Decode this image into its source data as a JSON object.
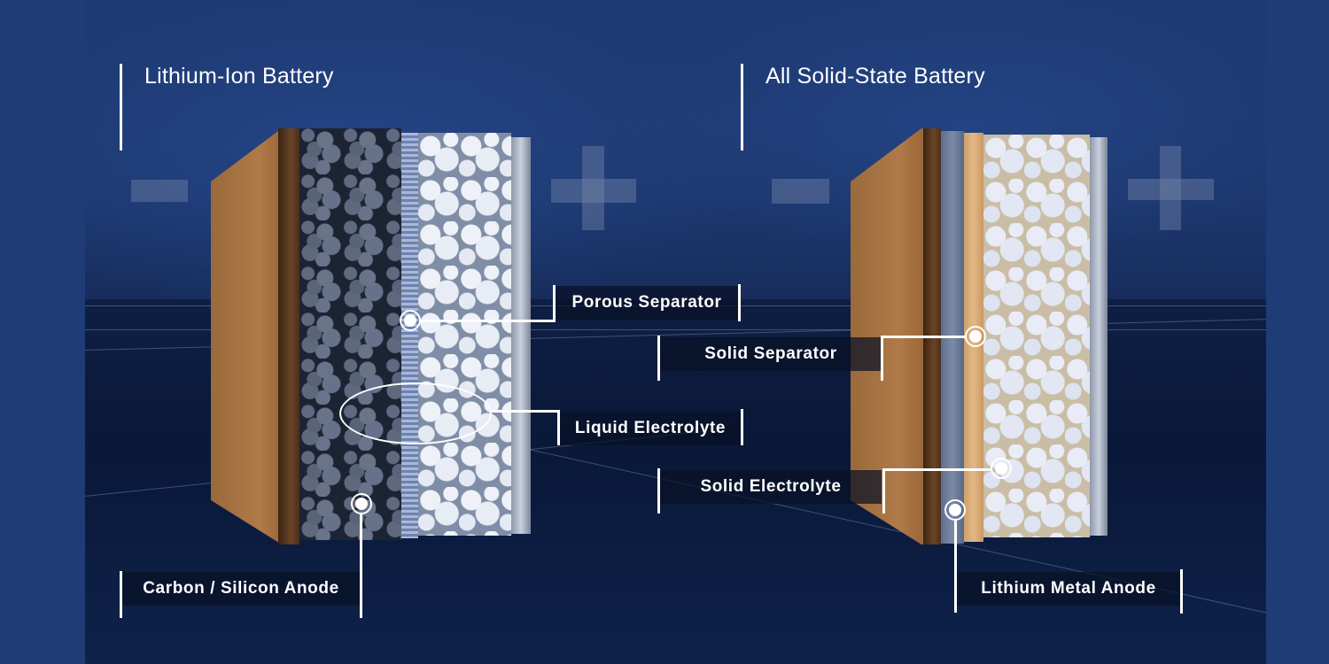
{
  "colors": {
    "background": "#1f3c77",
    "text": "#ffffff",
    "label_bg": "#08102680",
    "copper": "#b07a48",
    "solid_separator": "#e2b985"
  },
  "left_panel": {
    "title": "Lithium-Ion Battery",
    "terminal_negative": "-",
    "terminal_positive": "+",
    "callouts": [
      {
        "label": "Porous Separator",
        "marker": "dot"
      },
      {
        "label": "Liquid Electrolyte",
        "marker": "ellipse"
      },
      {
        "label": "Carbon / Silicon Anode",
        "marker": "dot"
      }
    ]
  },
  "right_panel": {
    "title": "All Solid-State Battery",
    "terminal_negative": "-",
    "terminal_positive": "+",
    "callouts": [
      {
        "label": "Solid Separator",
        "marker": "dot"
      },
      {
        "label": "Solid Electrolyte",
        "marker": "dot"
      },
      {
        "label": "Lithium Metal Anode",
        "marker": "dot"
      }
    ]
  }
}
